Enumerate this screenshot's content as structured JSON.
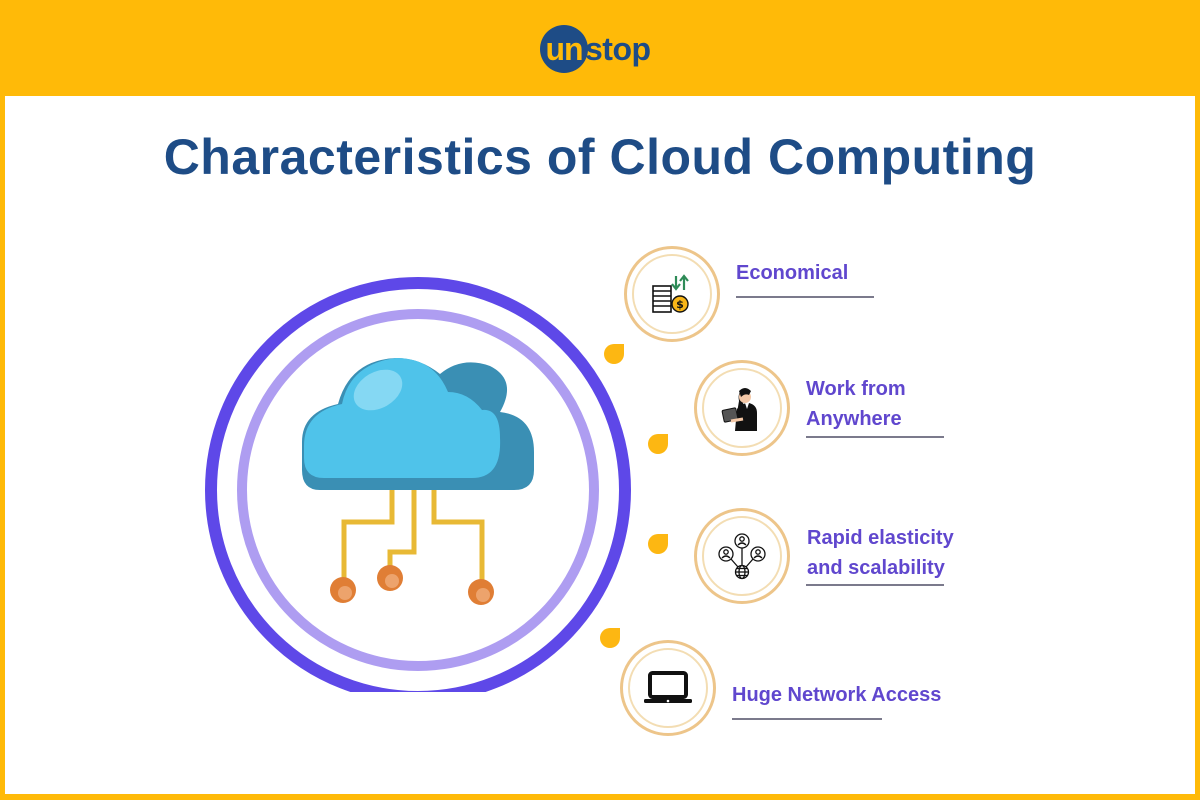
{
  "header": {
    "logo": {
      "part1": "un",
      "part2": "stop"
    },
    "background_color": "#FFBA08"
  },
  "title": "Characteristics of Cloud Computing",
  "hub": {
    "icon": "cloud-network-icon",
    "outer_ring_color": "#5E48E8",
    "inner_ring_color": "#AE9DF1",
    "cloud_color": "#4FC3EA",
    "cloud_shadow_color": "#3A8FB4",
    "connector_color": "#E8B935",
    "node_color": "#E07E35"
  },
  "characteristics": [
    {
      "label": "Economical",
      "icon": "coins-exchange-icon"
    },
    {
      "label_line1": "Work from",
      "label_line2": "Anywhere",
      "icon": "person-tablet-icon"
    },
    {
      "label_line1": "Rapid elasticity",
      "label_line2": "and scalability",
      "icon": "users-network-icon"
    },
    {
      "label": "Huge Network Access",
      "icon": "laptop-icon"
    }
  ],
  "colors": {
    "title": "#1E4C86",
    "label": "#6047CE",
    "accent_drop": "#FDB712",
    "ring": "#EDC58A"
  }
}
